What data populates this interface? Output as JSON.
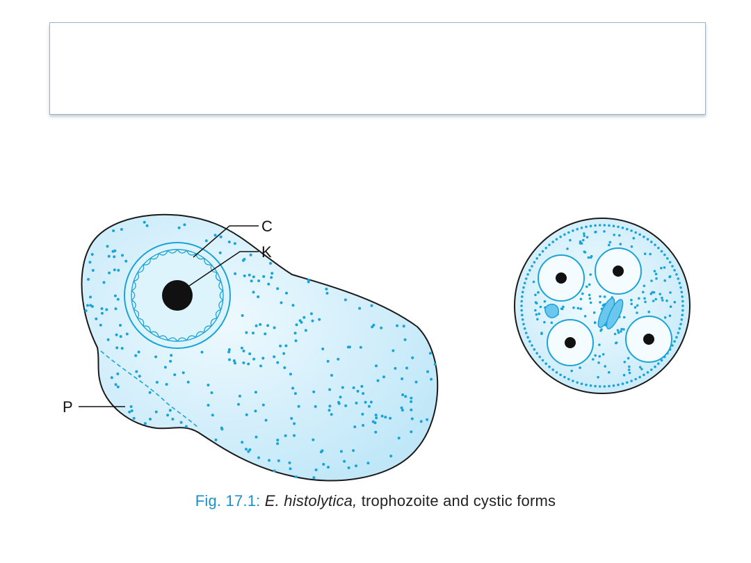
{
  "slide": {
    "title": ""
  },
  "labels": {
    "chromatin": "C",
    "karyosome": "K",
    "pseudopodium": "P"
  },
  "caption": {
    "fig": "Fig. 17.1:",
    "species": "E. histolytica,",
    "rest": "trophozoite and cystic forms"
  },
  "colors": {
    "cell_fill": "#cfeefb",
    "dots": "#1aa3d9",
    "caption_accent": "#1d8fcf"
  }
}
